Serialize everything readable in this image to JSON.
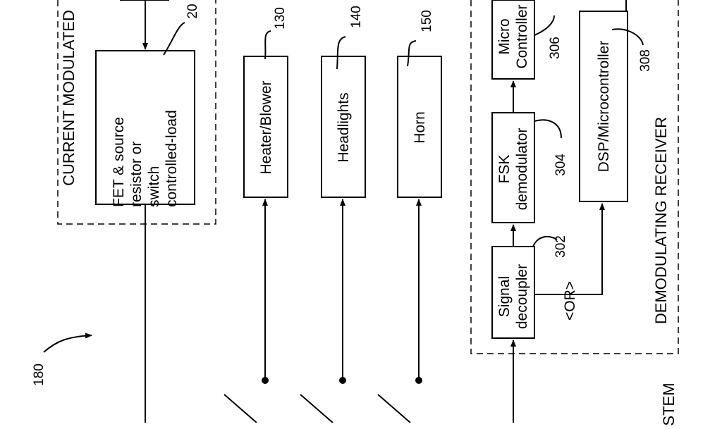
{
  "section_title": "CURRENT MODULATED",
  "receiver_title": "DEMODULATING RECEIVER",
  "system_title": "STEM",
  "blocks": {
    "fet": {
      "line1": "FET & source",
      "line2": "resistor or",
      "line3": "switch",
      "line4": "controlled-load",
      "ref": "20"
    },
    "heater": {
      "label": "Heater/Blower",
      "ref": "130"
    },
    "headlights": {
      "label": "Headlights",
      "ref": "140"
    },
    "horn": {
      "label": "Horn",
      "ref": "150"
    },
    "decoupler": {
      "line1": "Signal",
      "line2": "decoupler",
      "ref": "302"
    },
    "fsk": {
      "line1": "FSK",
      "line2": "demodulator",
      "ref": "304"
    },
    "micro": {
      "line1": "Micro",
      "line2": "Controller",
      "ref": "306"
    },
    "dsp": {
      "label": "DSP/Microcontroller",
      "ref": "308"
    }
  },
  "or_label": "<OR>",
  "fig_ref": "180"
}
